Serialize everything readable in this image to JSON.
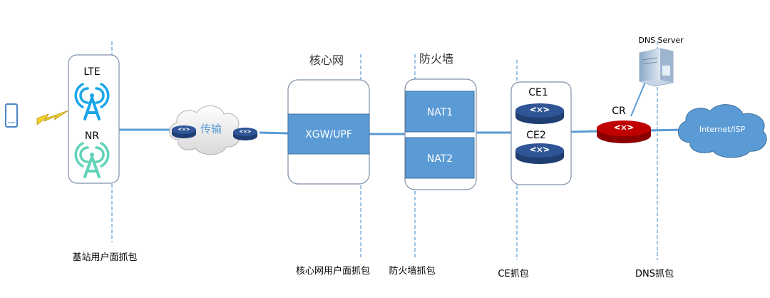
{
  "nodes": {
    "base_station_lte": "LTE",
    "base_station_nr": "NR",
    "transport": "传输",
    "core_title": "核心网",
    "core_gateway": "XGW/UPF",
    "firewall_title": "防火墙",
    "nat1": "NAT1",
    "nat2": "NAT2",
    "ce1": "CE1",
    "ce2": "CE2",
    "cr": "CR",
    "dns_server": "DNS Server",
    "internet": "Internet/ISP"
  },
  "capture_points": {
    "base_station": "基站用户面抓包",
    "core": "核心网用户面抓包",
    "firewall": "防火墙抓包",
    "ce": "CE抓包",
    "dns": "DNS抓包"
  },
  "colors": {
    "link": "#5b9bd5",
    "box_fill": "#5b9bd5",
    "router": "#2f5597",
    "router_cr": "#c00000",
    "cloud": "#5b9bd5",
    "lte_antenna": "#1aa6e8",
    "nr_antenna": "#5fd3b8",
    "lightning": "#f5d22a"
  }
}
